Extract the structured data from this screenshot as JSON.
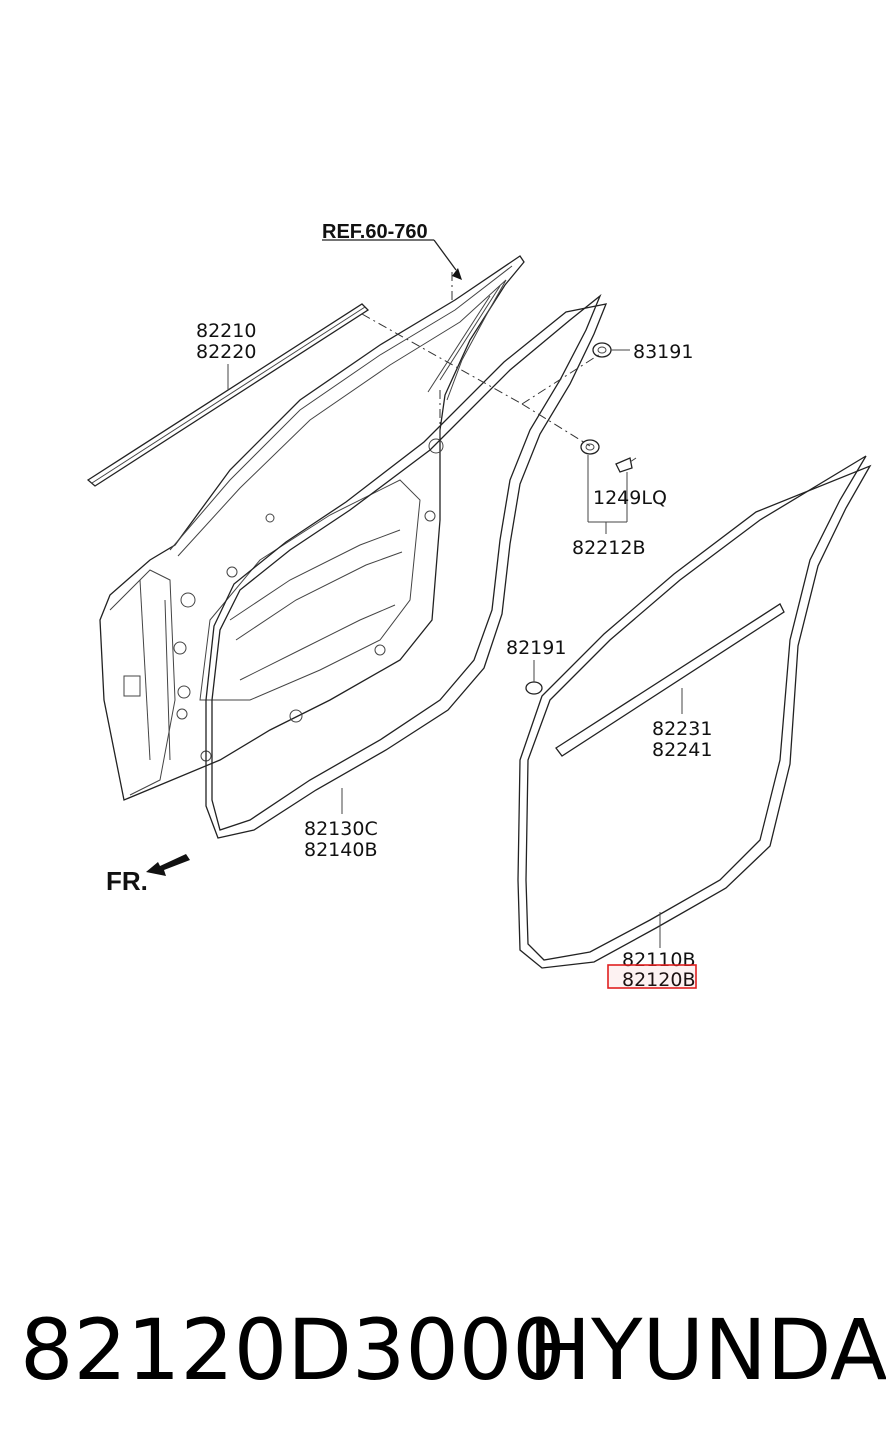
{
  "diagram": {
    "ref_label": "REF.60-760",
    "front_label": "FR.",
    "parts": [
      {
        "name": "part-82210",
        "text": "82210"
      },
      {
        "name": "part-82220",
        "text": "82220"
      },
      {
        "name": "part-83191",
        "text": "83191"
      },
      {
        "name": "part-1249lq",
        "text": "1249LQ"
      },
      {
        "name": "part-82212b",
        "text": "82212B"
      },
      {
        "name": "part-82191",
        "text": "82191"
      },
      {
        "name": "part-82231",
        "text": "82231"
      },
      {
        "name": "part-82241",
        "text": "82241"
      },
      {
        "name": "part-82130c",
        "text": "82130C"
      },
      {
        "name": "part-82140b",
        "text": "82140B"
      },
      {
        "name": "part-82110b",
        "text": "82110B"
      },
      {
        "name": "part-82120b",
        "text": "82120B"
      }
    ],
    "highlight_color": "#e02020"
  },
  "caption": {
    "part_number": "82120D3000",
    "brand": "HYUNDAI"
  }
}
